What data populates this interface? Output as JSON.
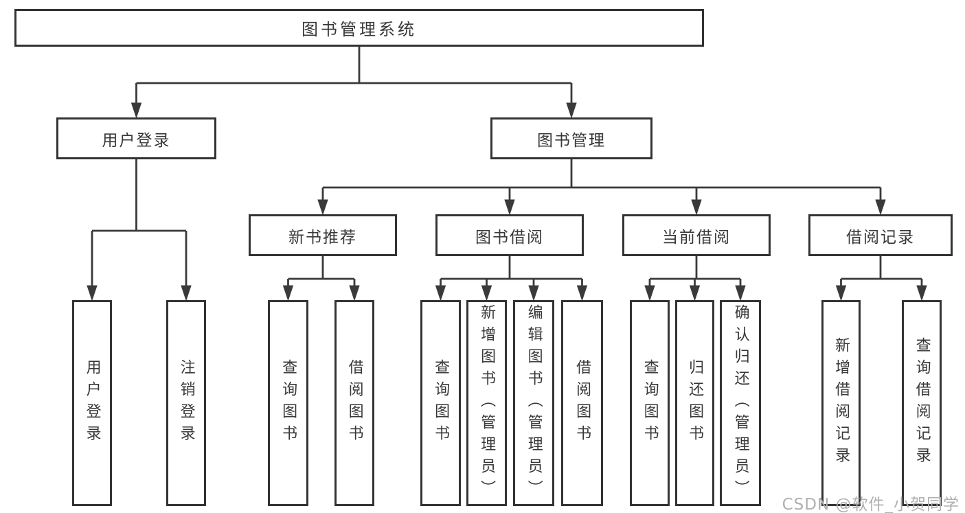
{
  "diagram_type": "hierarchy-tree",
  "title": "图书管理系统",
  "watermark": "CSDN @软件_小贺同学",
  "colors": {
    "background": "#ffffff",
    "line": "#3a3a3a",
    "box_border": "#333333",
    "text": "#383838",
    "watermark": "#b0b0b0"
  },
  "nodes": {
    "root": {
      "label": "图书管理系统"
    },
    "user_login": {
      "label": "用户登录"
    },
    "book_mgmt": {
      "label": "图书管理"
    },
    "new_book_rec": {
      "label": "新书推荐"
    },
    "book_borrow": {
      "label": "图书借阅"
    },
    "current_borrow": {
      "label": "当前借阅"
    },
    "borrow_record": {
      "label": "借阅记录"
    },
    "leaf_user_login": {
      "label": "用户登录"
    },
    "leaf_logout": {
      "label": "注销登录"
    },
    "leaf_nbr_query": {
      "label": "查询图书"
    },
    "leaf_nbr_borrow": {
      "label": "借阅图书"
    },
    "leaf_bb_query": {
      "label": "查询图书"
    },
    "leaf_bb_add": {
      "label": "新增图书（管理员）"
    },
    "leaf_bb_edit": {
      "label": "编辑图书（管理员）"
    },
    "leaf_bb_borrow": {
      "label": "借阅图书"
    },
    "leaf_cb_query": {
      "label": "查询图书"
    },
    "leaf_cb_return": {
      "label": "归还图书"
    },
    "leaf_cb_confirm": {
      "label": "确认归还（管理员）"
    },
    "leaf_br_add": {
      "label": "新增借阅记录"
    },
    "leaf_br_query": {
      "label": "查询借阅记录"
    }
  },
  "edges": [
    {
      "from": "图书管理系统",
      "to": [
        "用户登录",
        "图书管理"
      ]
    },
    {
      "from": "用户登录",
      "to": [
        "用户登录",
        "注销登录"
      ]
    },
    {
      "from": "图书管理",
      "to": [
        "新书推荐",
        "图书借阅",
        "当前借阅",
        "借阅记录"
      ]
    },
    {
      "from": "新书推荐",
      "to": [
        "查询图书",
        "借阅图书"
      ]
    },
    {
      "from": "图书借阅",
      "to": [
        "查询图书",
        "新增图书（管理员）",
        "编辑图书（管理员）",
        "借阅图书"
      ]
    },
    {
      "from": "当前借阅",
      "to": [
        "查询图书",
        "归还图书",
        "确认归还（管理员）"
      ]
    },
    {
      "from": "借阅记录",
      "to": [
        "新增借阅记录",
        "查询借阅记录"
      ]
    }
  ]
}
